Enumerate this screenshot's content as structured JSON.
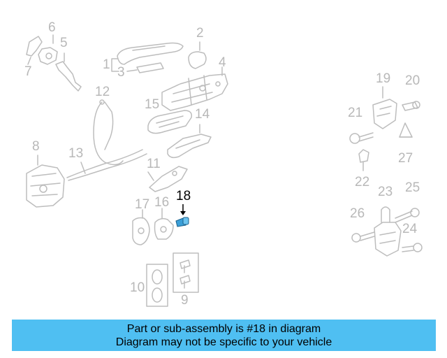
{
  "callouts": [
    {
      "id": "6",
      "highlight": false
    },
    {
      "id": "5",
      "highlight": false
    },
    {
      "id": "7",
      "highlight": false
    },
    {
      "id": "2",
      "highlight": false
    },
    {
      "id": "1",
      "highlight": false
    },
    {
      "id": "3",
      "highlight": false
    },
    {
      "id": "4",
      "highlight": false
    },
    {
      "id": "12",
      "highlight": false
    },
    {
      "id": "15",
      "highlight": false
    },
    {
      "id": "14",
      "highlight": false
    },
    {
      "id": "8",
      "highlight": false
    },
    {
      "id": "13",
      "highlight": false
    },
    {
      "id": "11",
      "highlight": false
    },
    {
      "id": "18",
      "highlight": true
    },
    {
      "id": "17",
      "highlight": false
    },
    {
      "id": "16",
      "highlight": false
    },
    {
      "id": "10",
      "highlight": false
    },
    {
      "id": "9",
      "highlight": false
    },
    {
      "id": "19",
      "highlight": false
    },
    {
      "id": "20",
      "highlight": false
    },
    {
      "id": "21",
      "highlight": false
    },
    {
      "id": "27",
      "highlight": false
    },
    {
      "id": "22",
      "highlight": false
    },
    {
      "id": "23",
      "highlight": false
    },
    {
      "id": "25",
      "highlight": false
    },
    {
      "id": "26",
      "highlight": false
    },
    {
      "id": "24",
      "highlight": false
    }
  ],
  "colors": {
    "parts": "#bdbdbd",
    "highlight_part": "#3a9fd8",
    "banner": "#4fbff2"
  },
  "banner": {
    "line1": "Part or sub-assembly is #18 in diagram",
    "line2": "Diagram may not be specific to your vehicle"
  }
}
